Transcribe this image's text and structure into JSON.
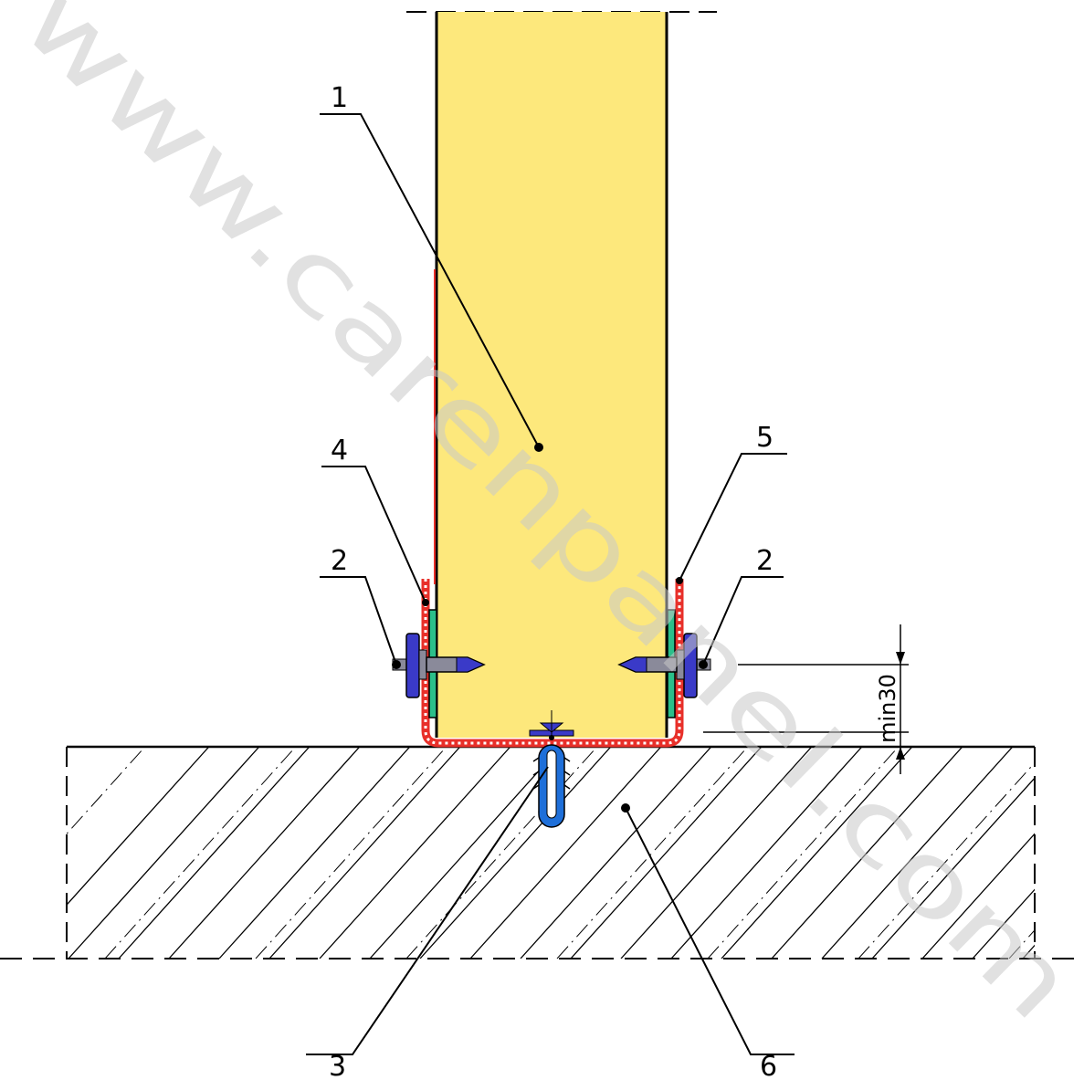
{
  "watermark": "www.carenpanel.com",
  "callouts": [
    {
      "id": "1",
      "label": "1"
    },
    {
      "id": "2-left",
      "label": "2"
    },
    {
      "id": "2-right",
      "label": "2"
    },
    {
      "id": "3",
      "label": "3"
    },
    {
      "id": "4",
      "label": "4"
    },
    {
      "id": "5",
      "label": "5"
    },
    {
      "id": "6",
      "label": "6"
    }
  ],
  "dimension": {
    "label": "min30"
  },
  "colors": {
    "panel": "#FDE87C",
    "flashing": "#E8302A",
    "gasket": "#2BBF8A",
    "fastener": "#3A3AC8",
    "anchor": "#1E6FD9",
    "washer": "#8A8A9A",
    "line": "#000000"
  }
}
